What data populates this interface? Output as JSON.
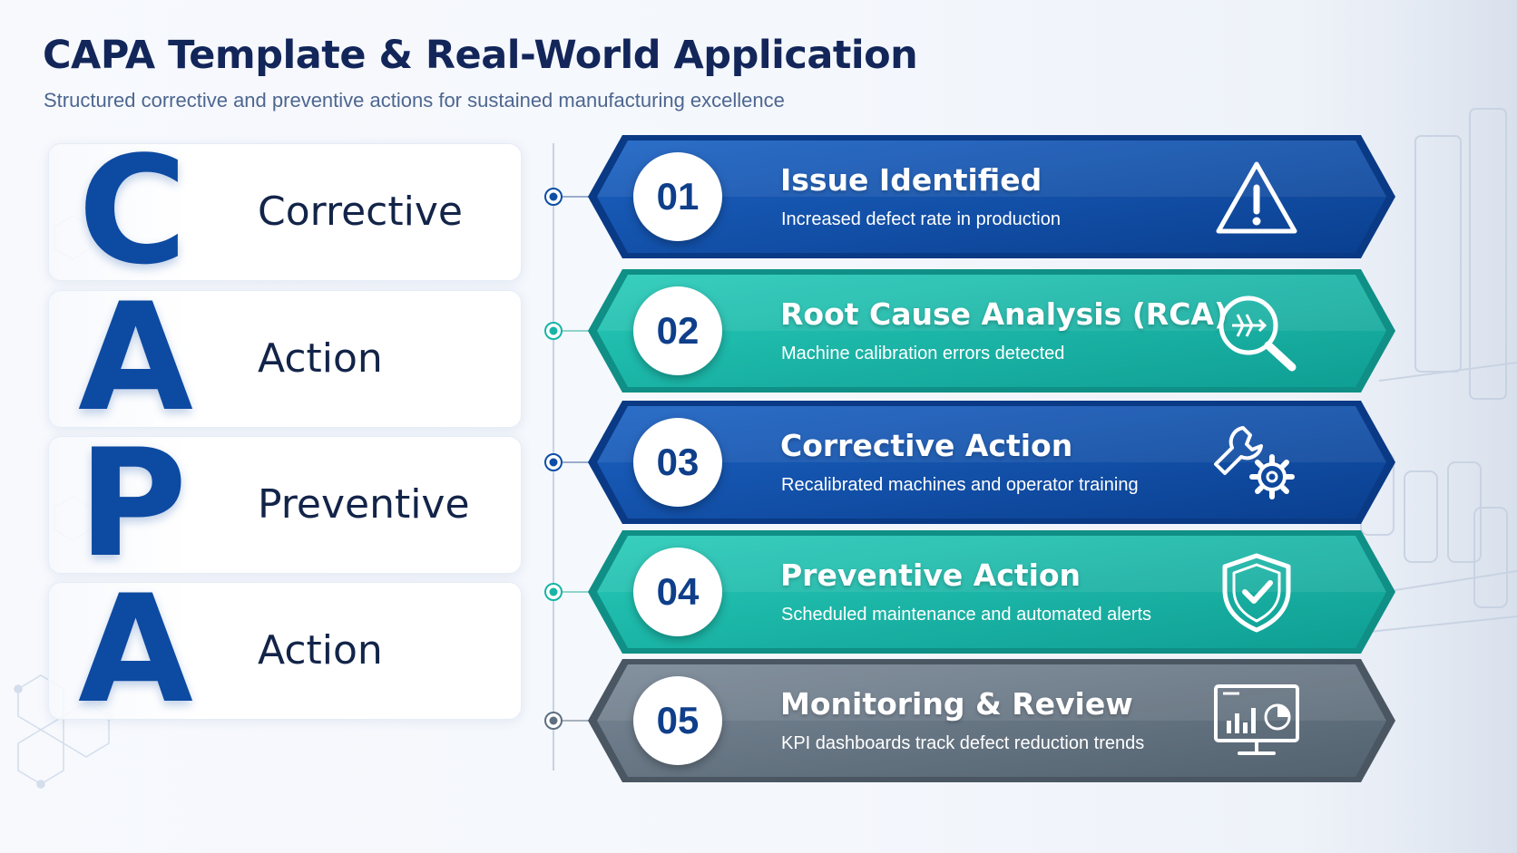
{
  "header": {
    "title": "CAPA Template & Real-World Application",
    "subtitle": "Structured corrective and preventive actions for sustained  manufacturing excellence"
  },
  "acronym": [
    {
      "letter": "C",
      "word": "Corrective"
    },
    {
      "letter": "A",
      "word": "Action"
    },
    {
      "letter": "P",
      "word": "Preventive"
    },
    {
      "letter": "A",
      "word": "Action"
    }
  ],
  "steps": [
    {
      "number": "01",
      "title": "Issue Identified",
      "description": "Increased defect rate in production",
      "icon": "warning-triangle-icon",
      "color": "#0d4ea6"
    },
    {
      "number": "02",
      "title": "Root Cause Analysis (RCA)",
      "description": "Machine calibration errors detected",
      "icon": "magnifier-fishbone-icon",
      "color": "#16b5a6"
    },
    {
      "number": "03",
      "title": "Corrective Action",
      "description": "Recalibrated machines and operator training",
      "icon": "wrench-gear-icon",
      "color": "#0d4ea6"
    },
    {
      "number": "04",
      "title": "Preventive Action",
      "description": "Scheduled maintenance and automated alerts",
      "icon": "shield-check-icon",
      "color": "#16b5a6"
    },
    {
      "number": "05",
      "title": "Monitoring & Review",
      "description": "KPI dashboards track defect reduction trends",
      "icon": "dashboard-monitor-icon",
      "color": "#5f6f80"
    }
  ],
  "colors": {
    "title": "#13265a",
    "letter": "#0d4aa2",
    "blue": "#0d4ea6",
    "teal": "#16b5a6",
    "gray": "#5f6f80"
  }
}
